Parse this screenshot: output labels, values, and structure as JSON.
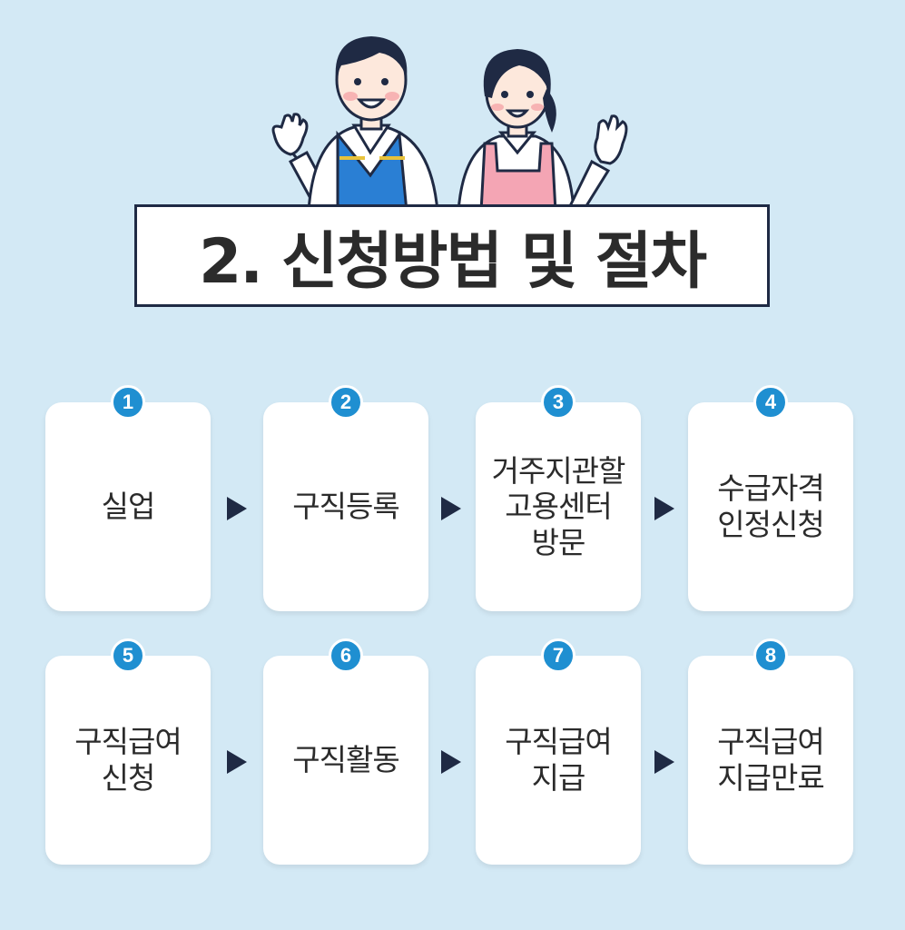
{
  "title": "2. 신청방법 및 절차",
  "colors": {
    "background": "#d3e9f5",
    "badge": "#1f8fd1",
    "arrow": "#1f2a44",
    "title_border": "#1f2a44"
  },
  "steps": [
    {
      "number": "1",
      "label": "실업"
    },
    {
      "number": "2",
      "label": "구직등록"
    },
    {
      "number": "3",
      "label": "거주지관할\n고용센터\n방문"
    },
    {
      "number": "4",
      "label": "수급자격\n인정신청"
    },
    {
      "number": "5",
      "label": "구직급여\n신청"
    },
    {
      "number": "6",
      "label": "구직활동"
    },
    {
      "number": "7",
      "label": "구직급여\n지급"
    },
    {
      "number": "8",
      "label": "구직급여\n지급만료"
    }
  ]
}
